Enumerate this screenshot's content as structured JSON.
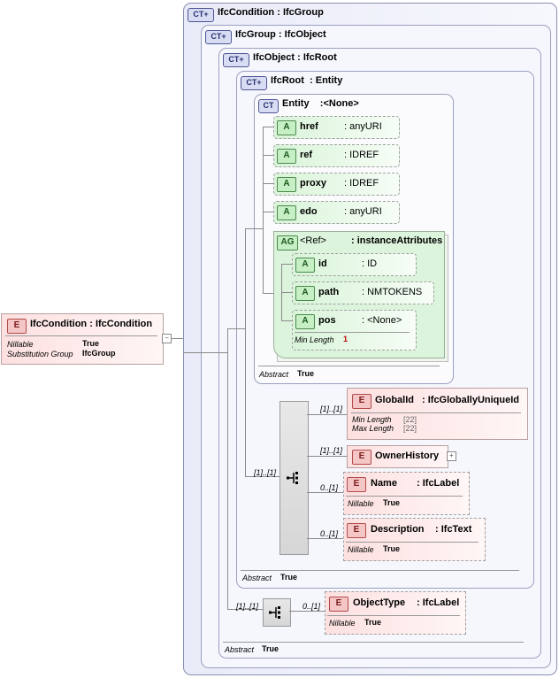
{
  "tags": {
    "ct": "CT",
    "e": "E",
    "a": "A",
    "ag": "AG"
  },
  "containers": [
    {
      "name": "IfcCondition",
      "sep": ":",
      "base": "IfcGroup"
    },
    {
      "name": "IfcGroup",
      "sep": ":",
      "base": "IfcObject"
    },
    {
      "name": "IfcObject",
      "sep": ":",
      "base": "IfcRoot"
    },
    {
      "name": "IfcRoot",
      "sep": ":",
      "base": "Entity"
    },
    {
      "name": "Entity",
      "sep": ":",
      "base": "<None>"
    }
  ],
  "root_element": {
    "name": "IfcCondition",
    "sep": ":",
    "type": "IfcCondition",
    "props": [
      {
        "k": "Nillable",
        "v": "True"
      },
      {
        "k": "Substitution Group",
        "v": "IfcGroup"
      }
    ]
  },
  "attributes": [
    {
      "name": "href",
      "type": ": anyURI"
    },
    {
      "name": "ref",
      "type": ": IDREF"
    },
    {
      "name": "proxy",
      "type": ": IDREF"
    },
    {
      "name": "edo",
      "type": ": anyURI"
    }
  ],
  "attribute_group": {
    "name": "<Ref>",
    "type": ": instanceAttributes",
    "attrs": [
      {
        "name": "id",
        "type": ": ID"
      },
      {
        "name": "path",
        "type": ": NMTOKENS"
      },
      {
        "name": "pos",
        "type": ": <None>"
      }
    ],
    "pos_facet": {
      "k": "Min Length",
      "v": "1"
    }
  },
  "abstract": {
    "k": "Abstract",
    "v": "True"
  },
  "root_children": {
    "card": "[1]..[1]",
    "items": [
      {
        "card": "[1]..[1]",
        "name": "GlobalId",
        "type": ": IfcGloballyUniqueId",
        "props": [
          {
            "k": "Min Length",
            "v": "[22]"
          },
          {
            "k": "Max Length",
            "v": "[22]"
          }
        ]
      },
      {
        "card": "[1]..[1]",
        "name": "OwnerHistory",
        "type": ""
      },
      {
        "card": "0..[1]",
        "name": "Name",
        "type": ": IfcLabel",
        "props": [
          {
            "k": "Nillable",
            "v": "True"
          }
        ]
      },
      {
        "card": "0..[1]",
        "name": "Description",
        "type": ": IfcText",
        "props": [
          {
            "k": "Nillable",
            "v": "True"
          }
        ]
      }
    ]
  },
  "object_children": {
    "card": "[1]..[1]",
    "items": [
      {
        "card": "0..[1]",
        "name": "ObjectType",
        "type": ": IfcLabel",
        "props": [
          {
            "k": "Nillable",
            "v": "True"
          }
        ]
      }
    ]
  },
  "expand_symbol": "+",
  "collapse_symbol": "−",
  "colors": {
    "ct_border": "#8a8fb0",
    "element_fill": "#fde0e0",
    "attribute_fill": "#d9f4d9"
  }
}
